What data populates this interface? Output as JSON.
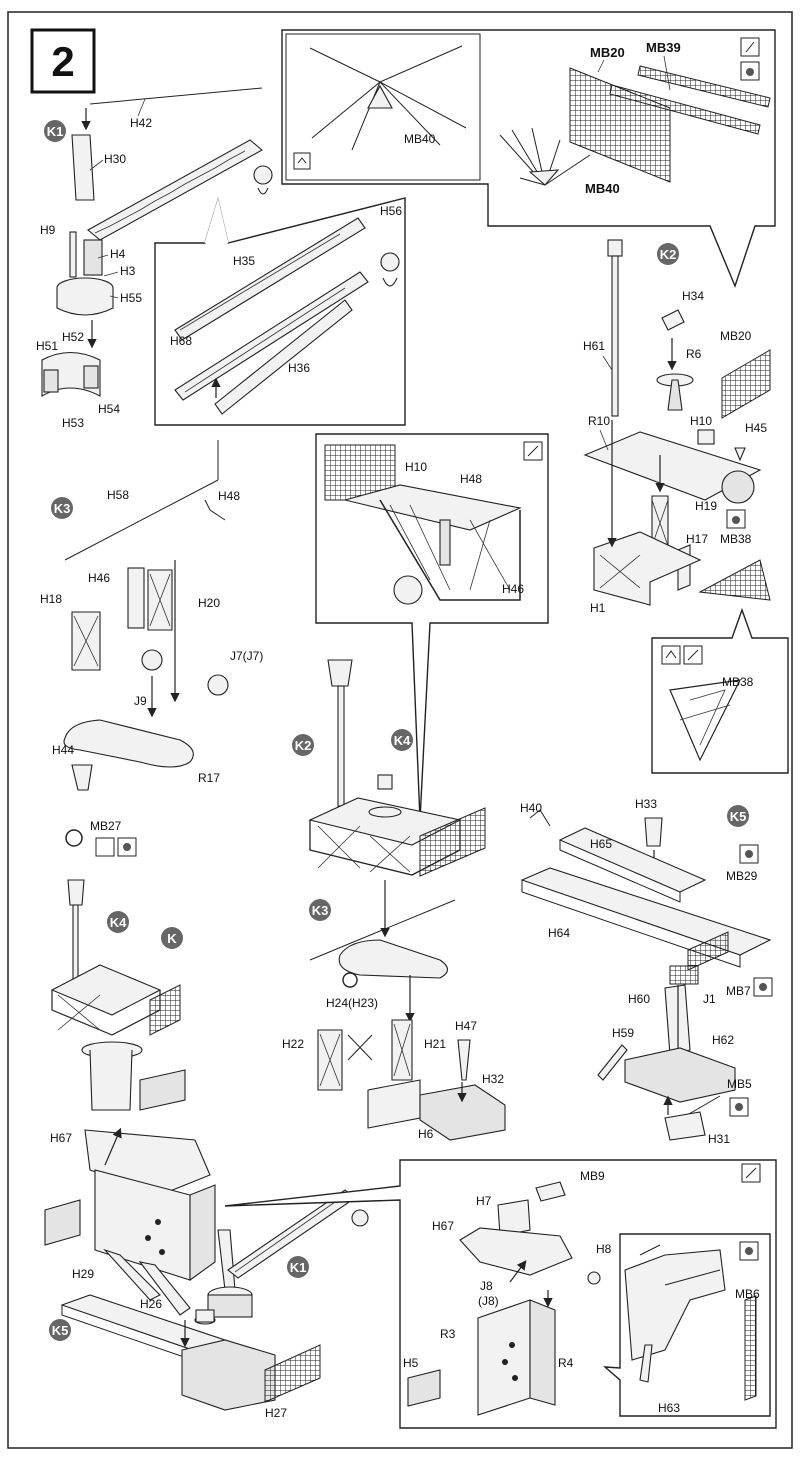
{
  "step_number": "2",
  "badges": {
    "k1_top": "K1",
    "k2_right": "K2",
    "k3_left": "K3",
    "k2_center": "K2",
    "k4_center": "K4",
    "k3_center": "K3",
    "k4_left": "K4",
    "k_left": "K",
    "k5_right": "K5",
    "k1_bottom": "K1",
    "k5_bottom": "K5"
  },
  "labels": {
    "H42": "H42",
    "H30": "H30",
    "H9": "H9",
    "H4": "H4",
    "H3": "H3",
    "H55": "H55",
    "H52": "H52",
    "H51": "H51",
    "H54": "H54",
    "H53": "H53",
    "H56": "H56",
    "H35": "H35",
    "H68": "H68",
    "H36": "H36",
    "MB40a": "MB40",
    "MB20a": "MB20",
    "MB39": "MB39",
    "MB40b": "MB40",
    "H34": "H34",
    "MB20b": "MB20",
    "R6": "R6",
    "H61": "H61",
    "R10": "R10",
    "H10a": "H10",
    "H45": "H45",
    "H19": "H19",
    "H17": "H17",
    "MB38a": "MB38",
    "H1": "H1",
    "MB38b": "MB38",
    "H58": "H58",
    "H48a": "H48",
    "H46a": "H46",
    "H20": "H20",
    "H18": "H18",
    "J7": "J7(J7)",
    "J9": "J9",
    "H44": "H44",
    "R17": "R17",
    "MB27": "MB27",
    "H10b": "H10",
    "H48b": "H48",
    "H46b": "H46",
    "H40": "H40",
    "H33": "H33",
    "H65": "H65",
    "MB29": "MB29",
    "H64": "H64",
    "MB7": "MB7",
    "J1": "J1",
    "H60": "H60",
    "H59": "H59",
    "H62": "H62",
    "MB5": "MB5",
    "H31": "H31",
    "H24": "H24(H23)",
    "H22": "H22",
    "H21": "H21",
    "H47": "H47",
    "H32": "H32",
    "H6": "H6",
    "H67a": "H67",
    "H29": "H29",
    "H26": "H26",
    "H27": "H27",
    "MB9": "MB9",
    "H7": "H7",
    "H67b": "H67",
    "H8": "H8",
    "J8": "J8",
    "J8b": "(J8)",
    "R3": "R3",
    "R4": "R4",
    "H5": "H5",
    "MB6": "MB6",
    "H63": "H63"
  }
}
